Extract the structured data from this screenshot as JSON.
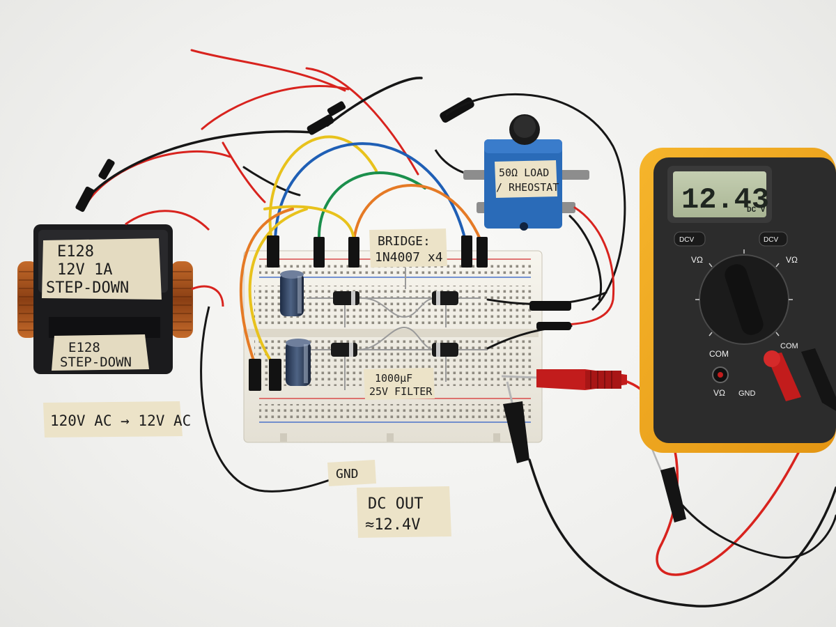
{
  "labels": {
    "transformer_top_line1": "E128",
    "transformer_top_line2": "12V 1A",
    "transformer_top_line3": "STEP-DOWN",
    "transformer_front_line1": "E128",
    "transformer_front_line2": "STEP-DOWN",
    "voltage_note": "120V AC → 12V AC",
    "bridge_line1": "BRIDGE:",
    "bridge_line2": "1N4007 x4",
    "filter_line1": "1000μF",
    "filter_line2": "25V FILTER",
    "gnd": "GND",
    "dc_out_line1": "DC OUT",
    "dc_out_line2": "≈12.4V",
    "load_line1": "50Ω LOAD",
    "load_line2": "/ RHEOSTAT"
  },
  "multimeter": {
    "reading": "12.43",
    "unit": "DC V",
    "btn_left": "DCV",
    "btn_right": "DCV",
    "jack_com_left": "COM",
    "jack_v_left": "VΩ",
    "jack_gnd": "GND",
    "jack_com_right": "COM",
    "dial_label_top_left": "VΩ",
    "dial_label_top_right": "VΩ"
  },
  "colors": {
    "meter_body": "#f2a51c",
    "lcd_bg": "#b7c2a4",
    "wire_red": "#d8231e",
    "wire_black": "#161616",
    "wire_yellow": "#e8c21c",
    "wire_blue": "#1f5fb5",
    "wire_green": "#1b8f4c",
    "wire_orange": "#e57a25",
    "rheostat_blue": "#2a6bb8"
  }
}
